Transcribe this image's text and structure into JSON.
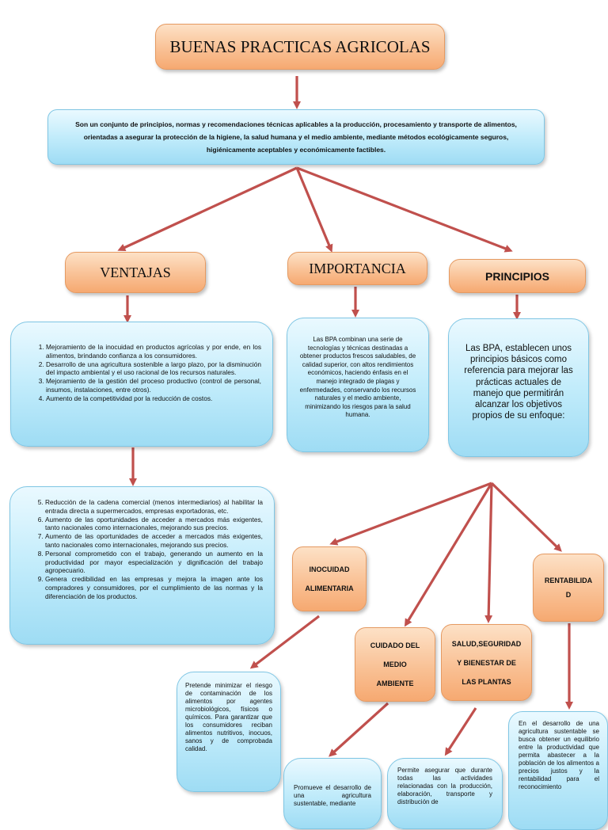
{
  "title": "BUENAS PRACTICAS AGRICOLAS",
  "definition": "Son un conjunto de principios, normas y recomendaciones técnicas aplicables a la producción, procesamiento y transporte de alimentos, orientadas a asegurar la protección de la higiene, la salud humana y el medio ambiente, mediante métodos ecológicamente seguros, higiénicamente aceptables y económicamente factibles.",
  "ventajas": {
    "heading": "VENTAJAS",
    "items_a": [
      "Mejoramiento de la inocuidad en productos agrícolas y por ende, en los alimentos, brindando confianza a los consumidores.",
      "Desarrollo de una agricultura sostenible a largo plazo, por la disminución del impacto ambiental y el uso racional de los recursos naturales.",
      "Mejoramiento de la gestión del proceso productivo (control de personal, insumos, instalaciones, entre otros).",
      "Aumento de la competitividad por la reducción de costos."
    ],
    "items_b": [
      "Reducción de la cadena comercial (menos intermediarios) al habilitar la entrada directa a supermercados, empresas exportadoras, etc.",
      "Aumento de las oportunidades de acceder a mercados más exigentes, tanto nacionales como internacionales, mejorando sus precios.",
      "Aumento de las oportunidades de acceder a mercados más exigentes, tanto nacionales como internacionales, mejorando sus precios.",
      "Personal comprometido con el trabajo, generando un aumento en la productividad por mayor especialización y dignificación del trabajo agropecuario.",
      "Genera credibilidad en las empresas y mejora la imagen ante los compradores y consumidores, por el cumplimiento de las normas y la diferenciación de los productos."
    ]
  },
  "importancia": {
    "heading": "IMPORTANCIA",
    "text": "Las BPA combinan una serie de tecnologías y técnicas destinadas a obtener productos frescos saludables, de calidad superior, con altos rendimientos económicos, haciendo énfasis en el manejo integrado de plagas y enfermedades, conservando los recursos naturales y el medio ambiente, minimizando los riesgos para la salud humana."
  },
  "principios": {
    "heading": "PRINCIPIOS",
    "text": "Las BPA, establecen unos principios básicos como referencia para mejorar las prácticas actuales de manejo que permitirán alcanzar los objetivos propios de su enfoque:"
  },
  "inocuidad": {
    "line1": "INOCUIDAD",
    "line2": "ALIMENTARIA",
    "text": "Pretende minimizar el riesgo de contaminación de los alimentos por agentes microbiológicos, físicos o químicos. Para garantizar que los consumidores reciban alimentos nutritivos, inocuos, sanos y de comprobada calidad."
  },
  "cuidado": {
    "line1": "CUIDADO DEL",
    "line2": "MEDIO",
    "line3": "AMBIENTE",
    "text": "Promueve el desarrollo de una agricultura sustentable, mediante"
  },
  "salud": {
    "line1": "SALUD,SEGURIDAD",
    "line2": "Y BIENESTAR DE",
    "line3": "LAS PLANTAS",
    "text": "Permite asegurar que durante todas las actividades relacionadas con la producción, elaboración, transporte y distribución de"
  },
  "rentabilidad": {
    "line1": "RENTABILIDA",
    "line2": "D",
    "text": "En el desarrollo de una agricultura sustentable se busca obtener un equilibrio entre la productividad que permita abastecer a la población de los alimentos a precios justos y la rentabilidad para el reconocimiento"
  },
  "colors": {
    "arrow": "#c0504d",
    "orange_fill": "#f9c195",
    "blue_fill": "#c2ecfb"
  }
}
